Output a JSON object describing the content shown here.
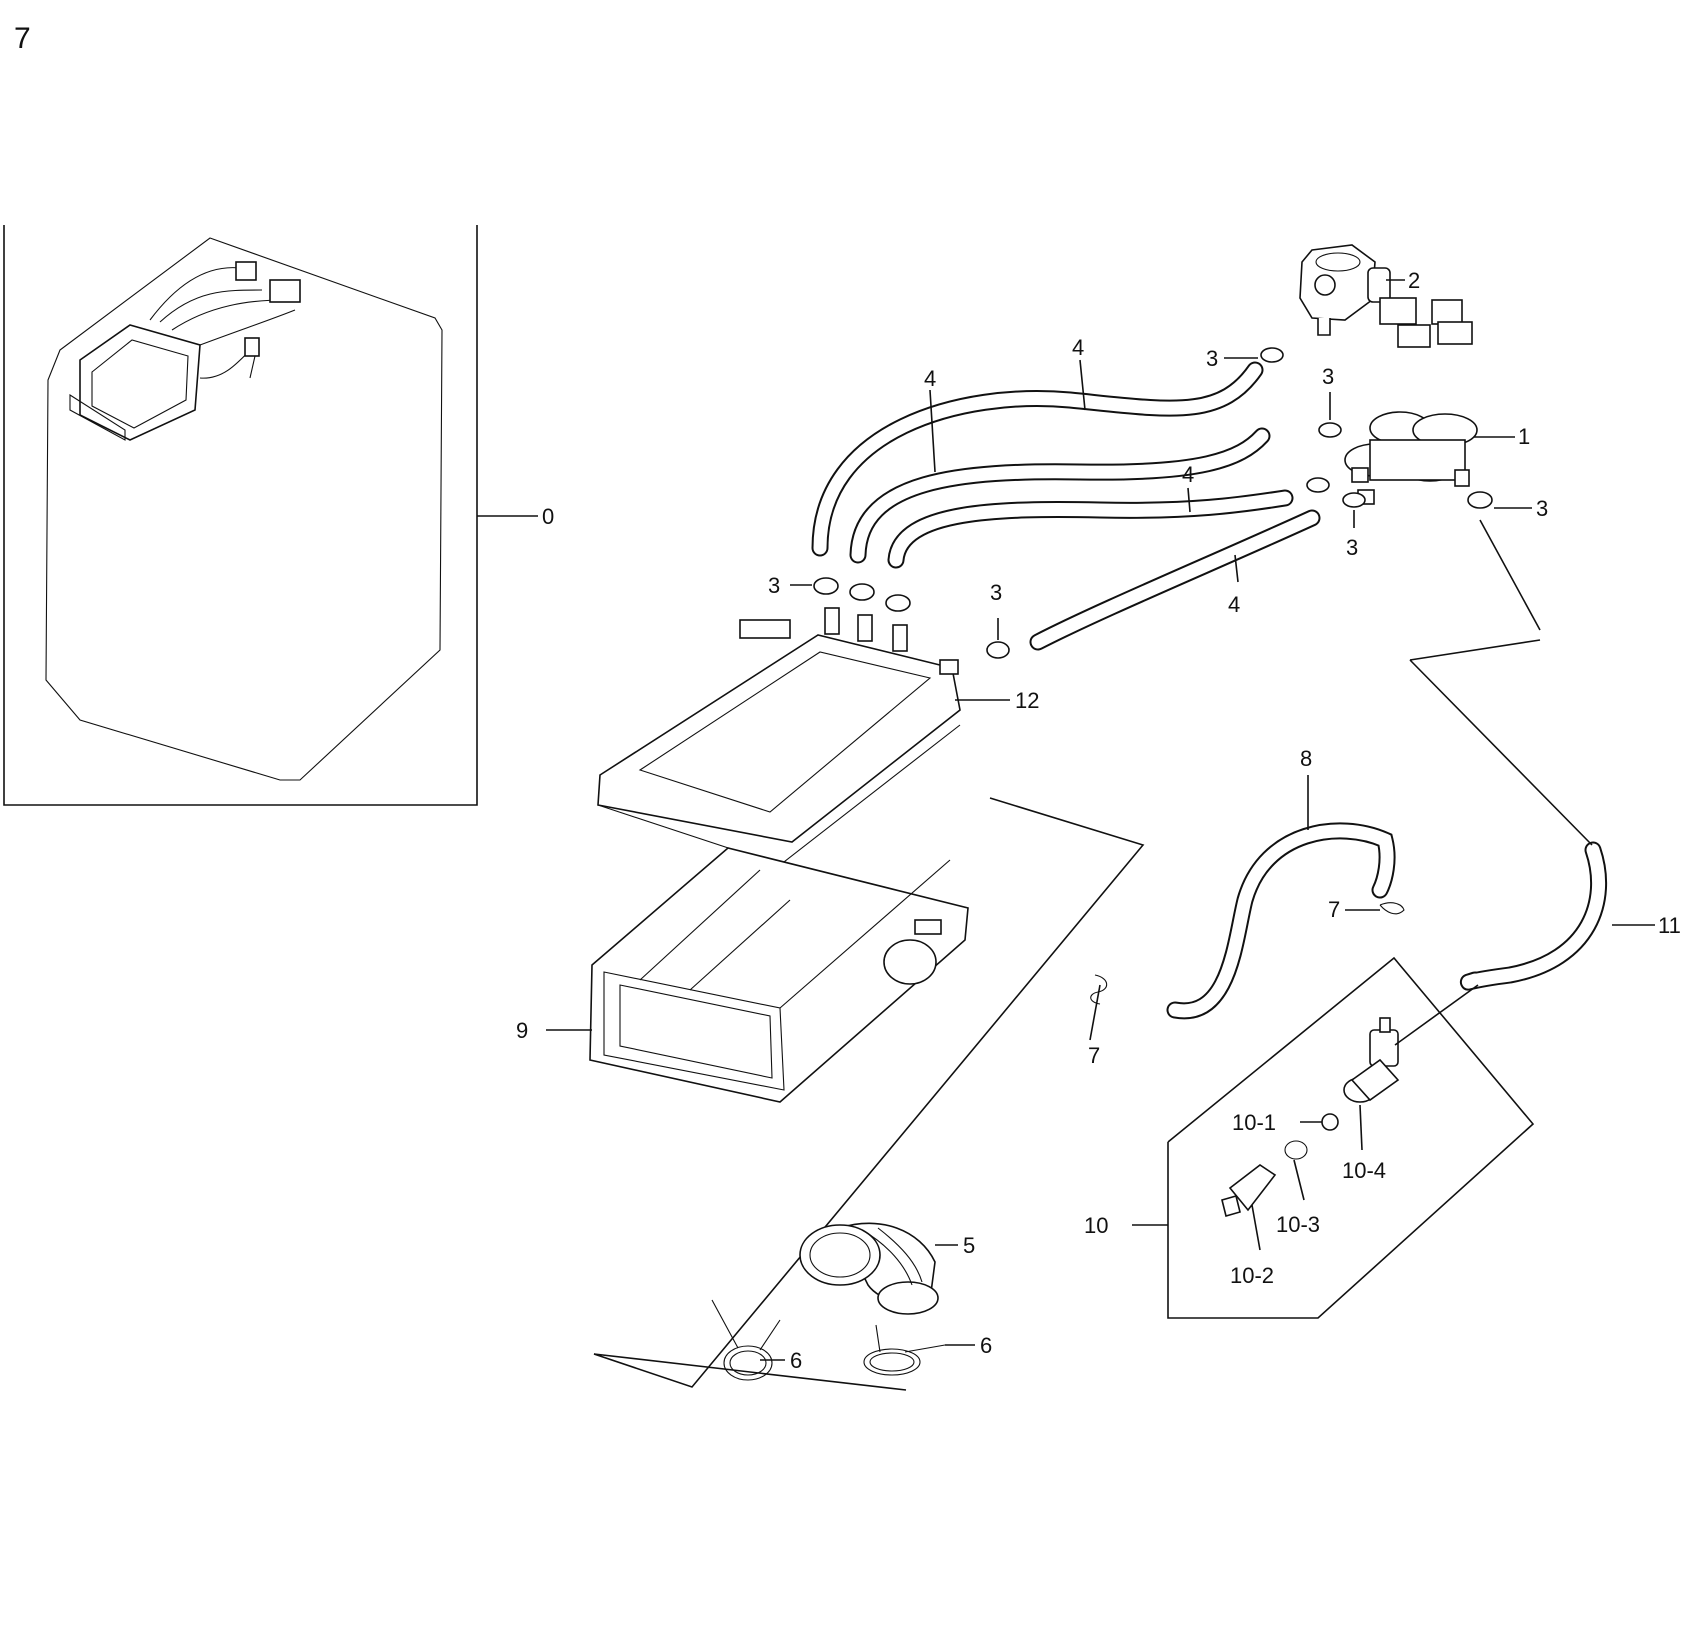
{
  "page_number": "7",
  "callouts": {
    "c0": "0",
    "c1": "1",
    "c2": "2",
    "c3a": "3",
    "c3b": "3",
    "c3c": "3",
    "c3d": "3",
    "c3e": "3",
    "c3f": "3",
    "c4a": "4",
    "c4b": "4",
    "c4c": "4",
    "c4d": "4",
    "c5": "5",
    "c6a": "6",
    "c6b": "6",
    "c7a": "7",
    "c7b": "7",
    "c8": "8",
    "c9": "9",
    "c10": "10",
    "c10_1": "10-1",
    "c10_2": "10-2",
    "c10_3": "10-3",
    "c10_4": "10-4",
    "c11": "11",
    "c12": "12"
  }
}
